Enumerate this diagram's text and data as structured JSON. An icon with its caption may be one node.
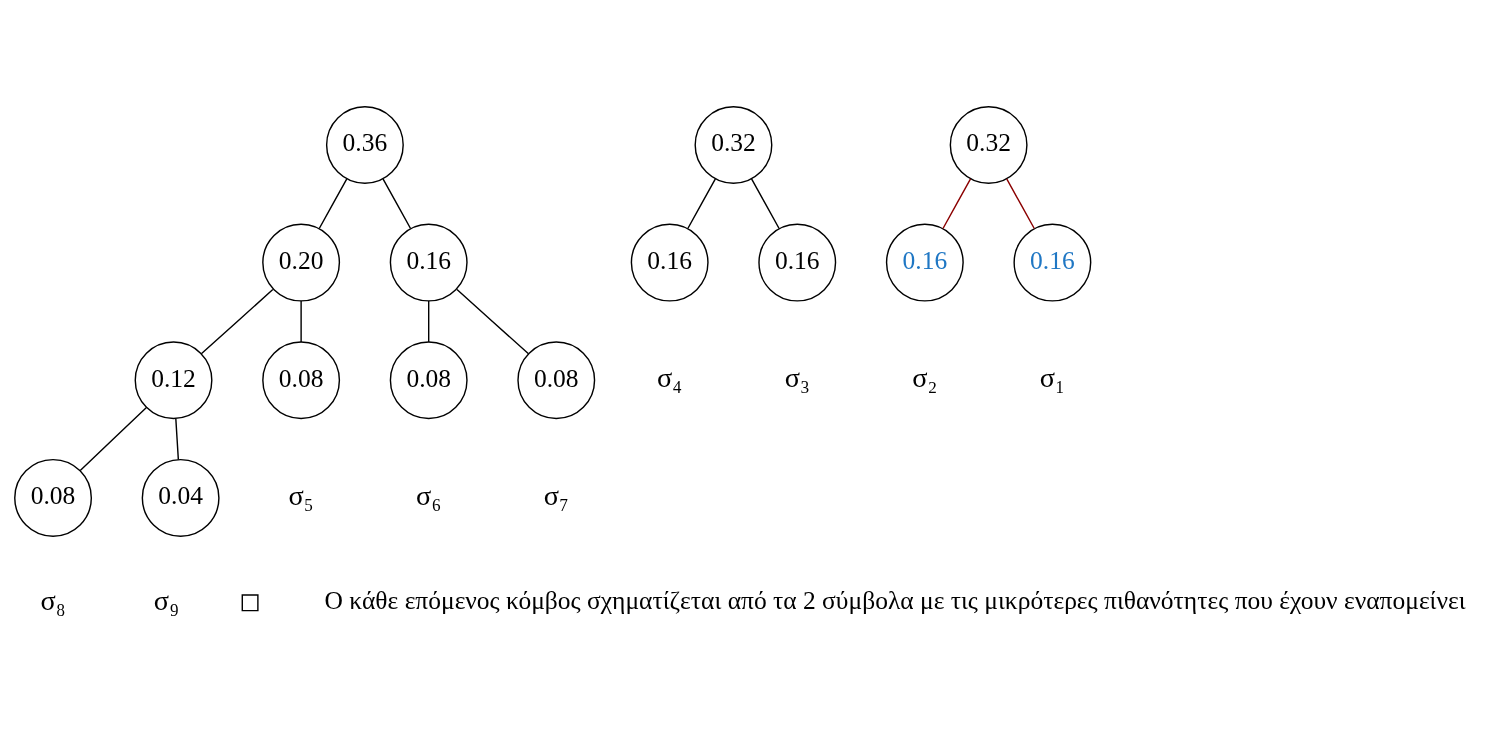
{
  "diagram": {
    "nodes": [
      {
        "text": [
          "0.32"
        ]
      },
      {
        "text": [
          "0.32"
        ]
      },
      {
        "text": [
          "0.36"
        ]
      },
      {
        "text": [
          "0.20"
        ]
      },
      {
        "text": [
          "0.16"
        ]
      },
      {
        "text": [
          "0.16"
        ],
        "beside": [
          "σ₄"
        ]
      },
      {
        "text": [
          "0.16"
        ],
        "beside": [
          "σ₃"
        ]
      },
      {
        "text": [
          "0.16"
        ],
        "beside": [
          "σ₂"
        ]
      },
      {
        "text": [
          "0.16"
        ],
        "beside": [
          "σ₁"
        ]
      },
      {
        "text": [
          "0.12"
        ]
      },
      {
        "text": [
          "0.08"
        ],
        "beside": [
          "σ₅"
        ]
      },
      {
        "text": [
          "0.08"
        ],
        "beside": [
          "σ₆"
        ]
      },
      {
        "text": [
          "0.08"
        ],
        "beside": [
          "σ₇"
        ]
      },
      {
        "text": [
          "0.08"
        ],
        "beside": [
          "σ₈"
        ]
      },
      {
        "text": [
          "0.04"
        ],
        "beside": [
          "σ₉"
        ]
      }
    ],
    "edges": [
      {
        "from": 2,
        "to": 3,
        "arrow": "none"
      },
      {
        "from": 2,
        "to": 4,
        "arrow": "none"
      },
      {
        "from": 3,
        "to": 9,
        "arrow": "none"
      },
      {
        "from": 3,
        "to": 10,
        "arrow": "none"
      },
      {
        "from": 4,
        "to": 11,
        "arrow": "none"
      },
      {
        "from": 4,
        "to": 12,
        "arrow": "none"
      },
      {
        "from": 9,
        "to": 13,
        "arrow": "none"
      },
      {
        "from": 9,
        "to": 14,
        "arrow": "none"
      },
      {
        "from": 0,
        "to": 5,
        "arrow": "none"
      },
      {
        "from": 0,
        "to": 6,
        "arrow": "none"
      },
      {
        "from": 1,
        "to": 7,
        "arrow": "none",
        "color": "#8b0000"
      },
      {
        "from": 1,
        "to": 8,
        "arrow": "none",
        "color": "#8b0000"
      }
    ],
    "labels": [
      "Ο κάθε επόμενος κόμβος σχηματίζεται από τα 2 σύμβολα με τις μικρότερες πιθανότητες που έχουν εναπομείνει"
    ]
  }
}
